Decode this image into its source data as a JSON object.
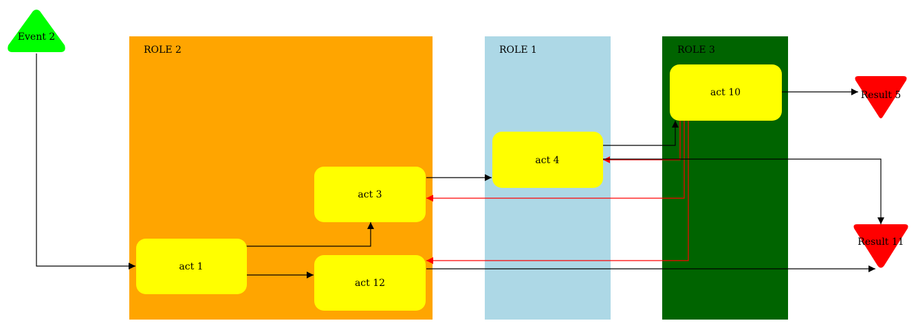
{
  "lanes": [
    {
      "id": "role2",
      "label": "ROLE 2",
      "color": "#ffa500"
    },
    {
      "id": "role1",
      "label": "ROLE 1",
      "color": "#add8e6"
    },
    {
      "id": "role3",
      "label": "ROLE 3",
      "color": "#006400"
    }
  ],
  "nodes": {
    "event2": {
      "label": "Event 2",
      "kind": "event",
      "color": "#00ff00"
    },
    "act1": {
      "label": "act 1",
      "kind": "activity",
      "color": "#ffff00"
    },
    "act3": {
      "label": "act 3",
      "kind": "activity",
      "color": "#ffff00"
    },
    "act12": {
      "label": "act 12",
      "kind": "activity",
      "color": "#ffff00"
    },
    "act4": {
      "label": "act 4",
      "kind": "activity",
      "color": "#ffff00"
    },
    "act10": {
      "label": "act 10",
      "kind": "activity",
      "color": "#ffff00"
    },
    "result5": {
      "label": "Result 5",
      "kind": "result",
      "color": "#ff0000"
    },
    "result11": {
      "label": "Result 11",
      "kind": "result",
      "color": "#ff0000"
    }
  },
  "edges": [
    {
      "from": "event2",
      "to": "act1",
      "color": "#000000"
    },
    {
      "from": "act1",
      "to": "act3",
      "color": "#000000"
    },
    {
      "from": "act1",
      "to": "act12",
      "color": "#000000"
    },
    {
      "from": "act3",
      "to": "act4",
      "color": "#000000"
    },
    {
      "from": "act4",
      "to": "act10",
      "color": "#000000"
    },
    {
      "from": "act10",
      "to": "result5",
      "color": "#000000"
    },
    {
      "from": "act10",
      "to": "act4",
      "color": "#ff0000"
    },
    {
      "from": "act10",
      "to": "act3",
      "color": "#ff0000"
    },
    {
      "from": "act10",
      "to": "act12",
      "color": "#ff0000"
    },
    {
      "from": "act4",
      "to": "result11",
      "color": "#000000"
    },
    {
      "from": "act12",
      "to": "result11",
      "color": "#000000"
    }
  ]
}
